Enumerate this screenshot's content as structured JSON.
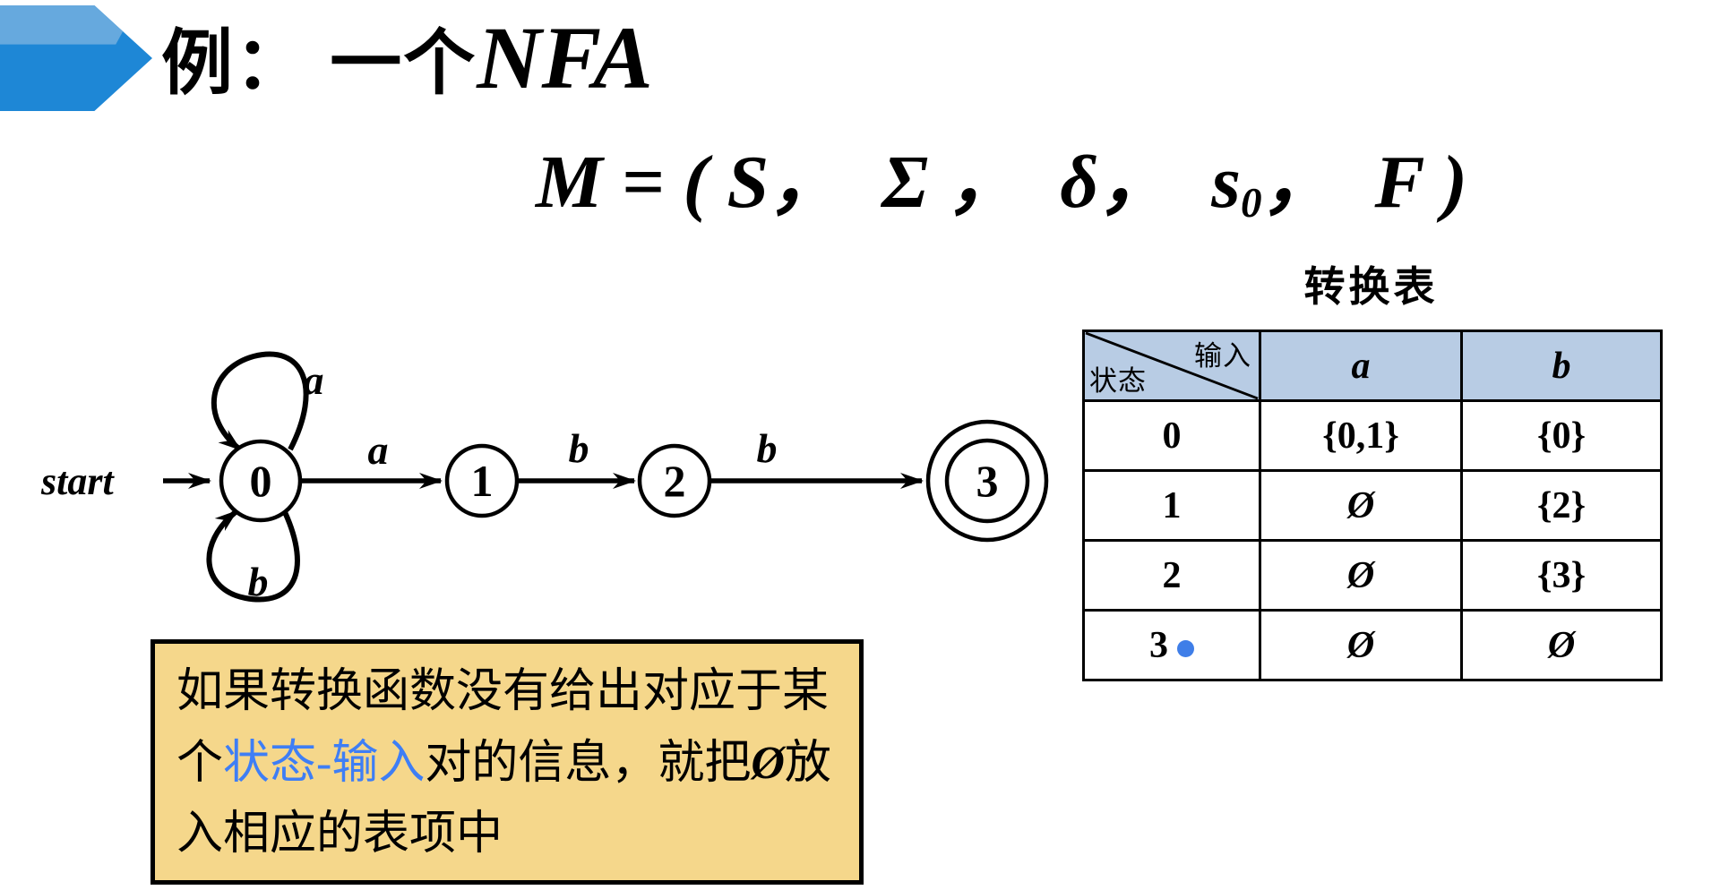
{
  "colors": {
    "accent_blue": "#1E87D6",
    "accent_blue_light": "#66A9DE",
    "table_header_bg": "#B8CCE4",
    "highlight_blue": "#3E7EF5",
    "final_dot": "#3F7EE8",
    "note_bg": "#F5D78B"
  },
  "title": {
    "cjk": "例： 一个",
    "latin": "NFA"
  },
  "formula": {
    "part1": "M = ( S，  Σ ，  δ，  s",
    "sub": "0",
    "part2": "，  F )"
  },
  "table": {
    "caption": "转换表",
    "corner_top": "输入",
    "corner_bottom": "状态",
    "col_a": "a",
    "col_b": "b",
    "rows": [
      {
        "state": "0",
        "a": "{0,1}",
        "b": "{0}",
        "final": false
      },
      {
        "state": "1",
        "a": "Ø",
        "b": "{2}",
        "final": false
      },
      {
        "state": "2",
        "a": "Ø",
        "b": "{3}",
        "final": false
      },
      {
        "state": "3",
        "a": "Ø",
        "b": "Ø",
        "final": true
      }
    ]
  },
  "diagram": {
    "start_label": "start",
    "states": [
      {
        "label": "0",
        "accepting": false
      },
      {
        "label": "1",
        "accepting": false
      },
      {
        "label": "2",
        "accepting": false
      },
      {
        "label": "3",
        "accepting": true
      }
    ],
    "edges": [
      {
        "from": 0,
        "to": 0,
        "label": "a",
        "kind": "self-top"
      },
      {
        "from": 0,
        "to": 0,
        "label": "b",
        "kind": "self-bottom"
      },
      {
        "from": 0,
        "to": 1,
        "label": "a",
        "kind": "straight"
      },
      {
        "from": 1,
        "to": 2,
        "label": "b",
        "kind": "straight"
      },
      {
        "from": 2,
        "to": 3,
        "label": "b",
        "kind": "straight"
      }
    ]
  },
  "note": {
    "line1": "如果转换函数没有给出对应于某",
    "line2_pre": "个",
    "line2_highlight": "状态-输入",
    "line2_mid": "对的信息，就把",
    "line2_oslash": "Ø",
    "line2_end": "放",
    "line3": "入相应的表项中"
  }
}
